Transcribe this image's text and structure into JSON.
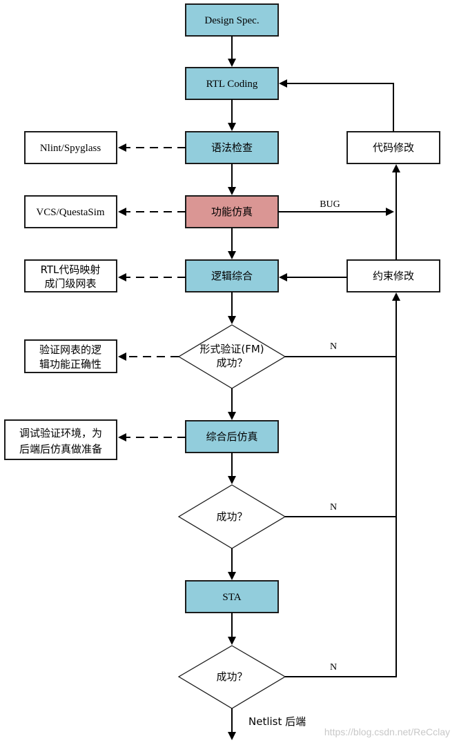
{
  "flow": {
    "main": {
      "design_spec": "Design Spec.",
      "rtl_coding": "RTL Coding",
      "lint": "语法检查",
      "func_sim": "功能仿真",
      "synthesis": "逻辑综合",
      "fm_check_line1": "形式验证(FM)",
      "fm_check_line2": "成功？",
      "post_syn_sim": "综合后仿真",
      "decision2": "成功？",
      "sta": "STA",
      "decision3": "成功？"
    },
    "side": {
      "lint_tool": "Nlint/Spyglass",
      "sim_tool": "VCS/QuestaSim",
      "syn_note_line1": "RTL代码映射",
      "syn_note_line2": "成门级网表",
      "fm_note_line1": "验证网表的逻",
      "fm_note_line2": "辑功能正确性",
      "post_sim_note_line1": "调试验证环境，为",
      "post_sim_note_line2": "后端后仿真做准备"
    },
    "feedback": {
      "code_fix": "代码修改",
      "constraint_fix": "约束修改"
    },
    "edge_labels": {
      "bug": "BUG",
      "no1": "N",
      "no2": "N",
      "no3": "N",
      "output": "Netlist 后端"
    },
    "colors": {
      "process_fill": "#92cddc",
      "highlight_fill": "#da9694",
      "note_fill": "#ffffff"
    }
  },
  "watermark": "https://blog.csdn.net/ReCclay"
}
